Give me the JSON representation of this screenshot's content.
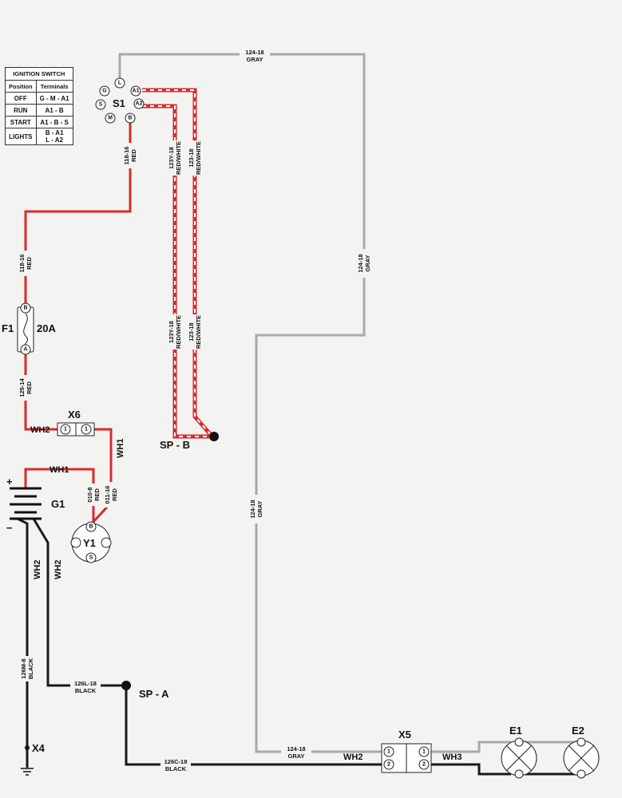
{
  "ignition_table": {
    "title": "IGNITION SWITCH",
    "headers": [
      "Position",
      "Terminals"
    ],
    "rows": [
      {
        "position": "OFF",
        "terminals": "G - M - A1"
      },
      {
        "position": "RUN",
        "terminals": "A1 - B"
      },
      {
        "position": "START",
        "terminals": "A1 - B - S"
      },
      {
        "position": "LIGHTS",
        "terminals": "B - A1\nL - A2"
      }
    ]
  },
  "components": {
    "S1": {
      "label": "S1",
      "terminals": [
        "L",
        "A1",
        "A2",
        "B",
        "M",
        "S",
        "G"
      ]
    },
    "F1": {
      "label": "F1",
      "rating": "20A",
      "terminals": [
        "B",
        "A"
      ]
    },
    "X6": {
      "label": "X6",
      "pins": [
        "1",
        "1"
      ]
    },
    "G1": {
      "label": "G1",
      "plus": "+",
      "minus": "−"
    },
    "Y1": {
      "label": "Y1",
      "terminals": [
        "B",
        "S"
      ]
    },
    "X5": {
      "label": "X5",
      "pins": [
        "1",
        "2",
        "1",
        "2"
      ]
    },
    "E1": {
      "label": "E1"
    },
    "E2": {
      "label": "E2"
    },
    "X4": {
      "label": "X4"
    },
    "SP_A": {
      "label": "SP - A"
    },
    "SP_B": {
      "label": "SP - B"
    }
  },
  "harness_labels": {
    "wh1_a": "WH1",
    "wh1_b": "WH1",
    "wh2_x6": "WH2",
    "wh2_g1a": "WH2",
    "wh2_g1b": "WH2",
    "wh2_x5": "WH2",
    "wh3_x5": "WH3"
  },
  "wires": {
    "w124_top": {
      "id": "124-18",
      "color": "GRAY"
    },
    "w124_right": {
      "id": "124-18",
      "color": "GRAY"
    },
    "w124_mid": {
      "id": "124-18",
      "color": "GRAY"
    },
    "w124_bottom": {
      "id": "124-18",
      "color": "GRAY"
    },
    "w118_a": {
      "id": "118-16",
      "color": "RED"
    },
    "w118_b": {
      "id": "118-16",
      "color": "RED"
    },
    "w125": {
      "id": "125-14",
      "color": "RED"
    },
    "w123y_top": {
      "id": "123Y-18",
      "color": "RED/WHITE"
    },
    "w123y_bot": {
      "id": "123Y-18",
      "color": "RED/WHITE"
    },
    "w123_top": {
      "id": "123-18",
      "color": "RED/WHITE"
    },
    "w123_bot": {
      "id": "123-18",
      "color": "RED/WHITE"
    },
    "w010": {
      "id": "010-8",
      "color": "RED"
    },
    "w011": {
      "id": "011-16",
      "color": "RED"
    },
    "w126m": {
      "id": "126M-8",
      "color": "BLACK"
    },
    "w126l": {
      "id": "126L-18",
      "color": "BLACK"
    },
    "w126c": {
      "id": "126C-18",
      "color": "BLACK"
    }
  }
}
